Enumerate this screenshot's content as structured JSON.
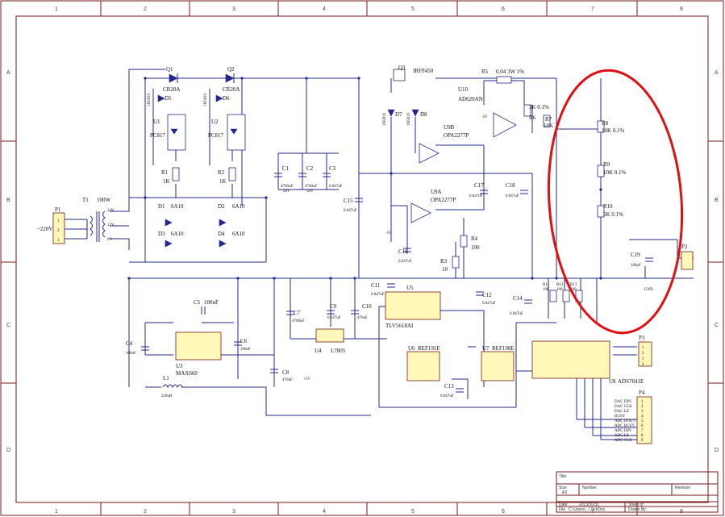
{
  "zones": {
    "cols": [
      "1",
      "2",
      "3",
      "4",
      "5",
      "6",
      "7",
      "8"
    ],
    "rows": [
      "A",
      "B",
      "C",
      "D"
    ]
  },
  "labels": {
    "p1": "P1",
    "p1_v": "~220V",
    "p1_pins": [
      "1",
      "2",
      "3"
    ],
    "t1": "T1",
    "t1_p": "100W",
    "t1_24": "24V",
    "t1_12": "12V",
    "t1_0": "0V",
    "q1": "Q1",
    "q2": "Q2",
    "cr20a_1": "CR20A",
    "cr20a_2": "CR20A",
    "d5": "D5",
    "d6": "D6",
    "in5819_a": "1N5819",
    "in5819_b": "1N5819",
    "u1": "U1",
    "u2": "U2",
    "pc817_1": "PC817",
    "pc817_2": "PC817",
    "r1": "R1",
    "r1_v": "1K",
    "r2": "R2",
    "r2_v": "1K",
    "d1": "D1",
    "d2": "D2",
    "d3": "D3",
    "d4": "D4",
    "a10": "6A10",
    "c1": "C1",
    "c2": "C2",
    "c3": "C3",
    "c1_v": "4700uF",
    "c2_v": "4700uF",
    "c_50v": "50V",
    "c3_v": "0.047uF",
    "q3": "Q3",
    "irfp": "IRFP450",
    "d7": "D7",
    "d8": "D8",
    "in5819_c": "1N5819",
    "in5819_d": "1N5819",
    "u9b": "U9B",
    "opa_b": "OPA2277P",
    "u9a": "U9A",
    "opa_a": "OPA2277P",
    "c15": "C15",
    "c15_v": "0.047uF",
    "r5": "R5",
    "r5_v": "0.04  3W  1%",
    "u10": "U10",
    "ad620": "AD620AN",
    "r6": "R6",
    "r6_v": "3K 0.1%",
    "r7": "R7",
    "r7_v": "10K",
    "c17": "C17",
    "c17_v": "0.047uF",
    "c18": "C18",
    "c18_v": "0.047uF",
    "r8": "R8",
    "r8_v": "10K  0.1%",
    "r9": "R9",
    "r9_v": "10K  0.1%",
    "r10": "R10",
    "r10_v": "5K  0.1%",
    "c19": "C19",
    "c19_v": "100uF",
    "p2": "P2",
    "gnd": "GND",
    "c16": "C16",
    "c16_v": "0.047uF",
    "r3": "R3",
    "r3_v": "10",
    "r4": "R4",
    "r4_v": "100",
    "m5v": "-5V",
    "p5v": "+5V",
    "c11": "C11",
    "c11_v": "0.047uF",
    "u5": "U5",
    "tlv": "TLV5618AI",
    "c12": "C12",
    "c12_v": "0.047uF",
    "c14": "C14",
    "c14_v": "0.047uF",
    "r11": "R11",
    "r12": "R12",
    "r13": "R13",
    "r11_v": "10K",
    "r12_v": "100",
    "r13_v": "100",
    "c5": "C5",
    "c5_v": "100nF",
    "c4": "C4",
    "c4_v": "100uF",
    "u3": "U3",
    "max660": "MAX660",
    "c6": "C6",
    "c6_v": "100uF",
    "l1": "L1",
    "l1_v": "220uH",
    "c7": "C7",
    "c7_v": "4700uF",
    "c9": "C9",
    "c9_v": "0.047uF",
    "c10": "C10",
    "c10_v": "470uF",
    "u4": "U4",
    "l7805": "L7805",
    "c8": "C8",
    "c8_v": "470uF",
    "u6": "U6",
    "ref191": "REF191E",
    "u7": "U7",
    "ref198": "REF198E",
    "c13": "C13",
    "c13_v": "0.047uF",
    "u8": "U8",
    "ads": "ADS7841E",
    "p3": "P3",
    "p4": "P4",
    "p3_pins": [
      "1",
      "2",
      "3",
      "4"
    ],
    "p4_pins": [
      "1",
      "2",
      "3",
      "4",
      "5",
      "6",
      "7",
      "8",
      "9"
    ],
    "p4_nets": [
      "DAC DIN",
      "DAC CLK",
      "DAC LE",
      "BUSY",
      "ADC DOUT",
      "ADC BUSY",
      "ADC DIN",
      "ADC LE",
      "ADC CLK"
    ]
  },
  "title_block": {
    "title": "Title",
    "size": "Size",
    "size_v": "A3",
    "number": "Number",
    "revision": "Revision",
    "date": "Date",
    "date_v": "2013/10/31",
    "sheet": "Sheet    of",
    "file": "File",
    "file_v": "C:\\Users\\...\\.SchDoc",
    "drawn": "Drawn By:"
  },
  "colors": {
    "wire": "#23288c",
    "frame": "#7a1a1a",
    "ic_fill": "#fff8b8",
    "highlight": "#e01010"
  }
}
